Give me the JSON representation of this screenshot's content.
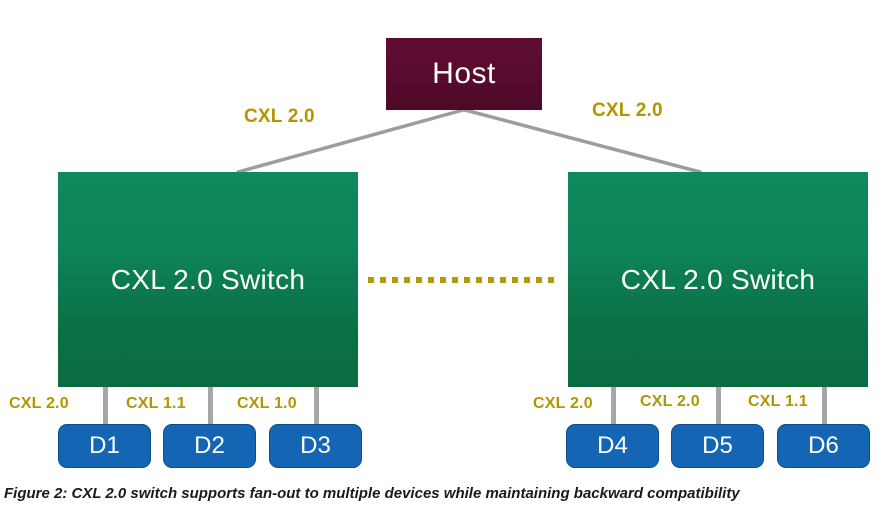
{
  "figure": {
    "caption": "Figure 2: CXL 2.0 switch supports fan-out to multiple devices while maintaining backward compatibility"
  },
  "colors": {
    "host_fill": "#5a0b2e",
    "switch_fill": "#0b7046",
    "device_fill": "#1565b5",
    "device_border": "#0d4d8c",
    "link_label": "#b39500",
    "connector_line": "#9d9d9d",
    "dotted_link": "#b49b06",
    "background": "#ffffff",
    "caption_text": "#1a1a1a"
  },
  "host": {
    "label": "Host"
  },
  "uplinks": [
    {
      "label": "CXL 2.0",
      "from": "host",
      "to": "switch-left"
    },
    {
      "label": "CXL 2.0",
      "from": "host",
      "to": "switch-right"
    }
  ],
  "switches": [
    {
      "id": "switch-left",
      "label": "CXL 2.0 Switch"
    },
    {
      "id": "switch-right",
      "label": "CXL 2.0 Switch"
    }
  ],
  "switch_link": {
    "style": "dotted",
    "label": ""
  },
  "devices": [
    {
      "id": "D1",
      "label": "D1",
      "link_label": "CXL 2.0",
      "parent": "switch-left"
    },
    {
      "id": "D2",
      "label": "D2",
      "link_label": "CXL 1.1",
      "parent": "switch-left"
    },
    {
      "id": "D3",
      "label": "D3",
      "link_label": "CXL 1.0",
      "parent": "switch-left"
    },
    {
      "id": "D4",
      "label": "D4",
      "link_label": "CXL 2.0",
      "parent": "switch-right"
    },
    {
      "id": "D5",
      "label": "D5",
      "link_label": "CXL 2.0",
      "parent": "switch-right"
    },
    {
      "id": "D6",
      "label": "D6",
      "link_label": "CXL 1.1",
      "parent": "switch-right"
    }
  ]
}
